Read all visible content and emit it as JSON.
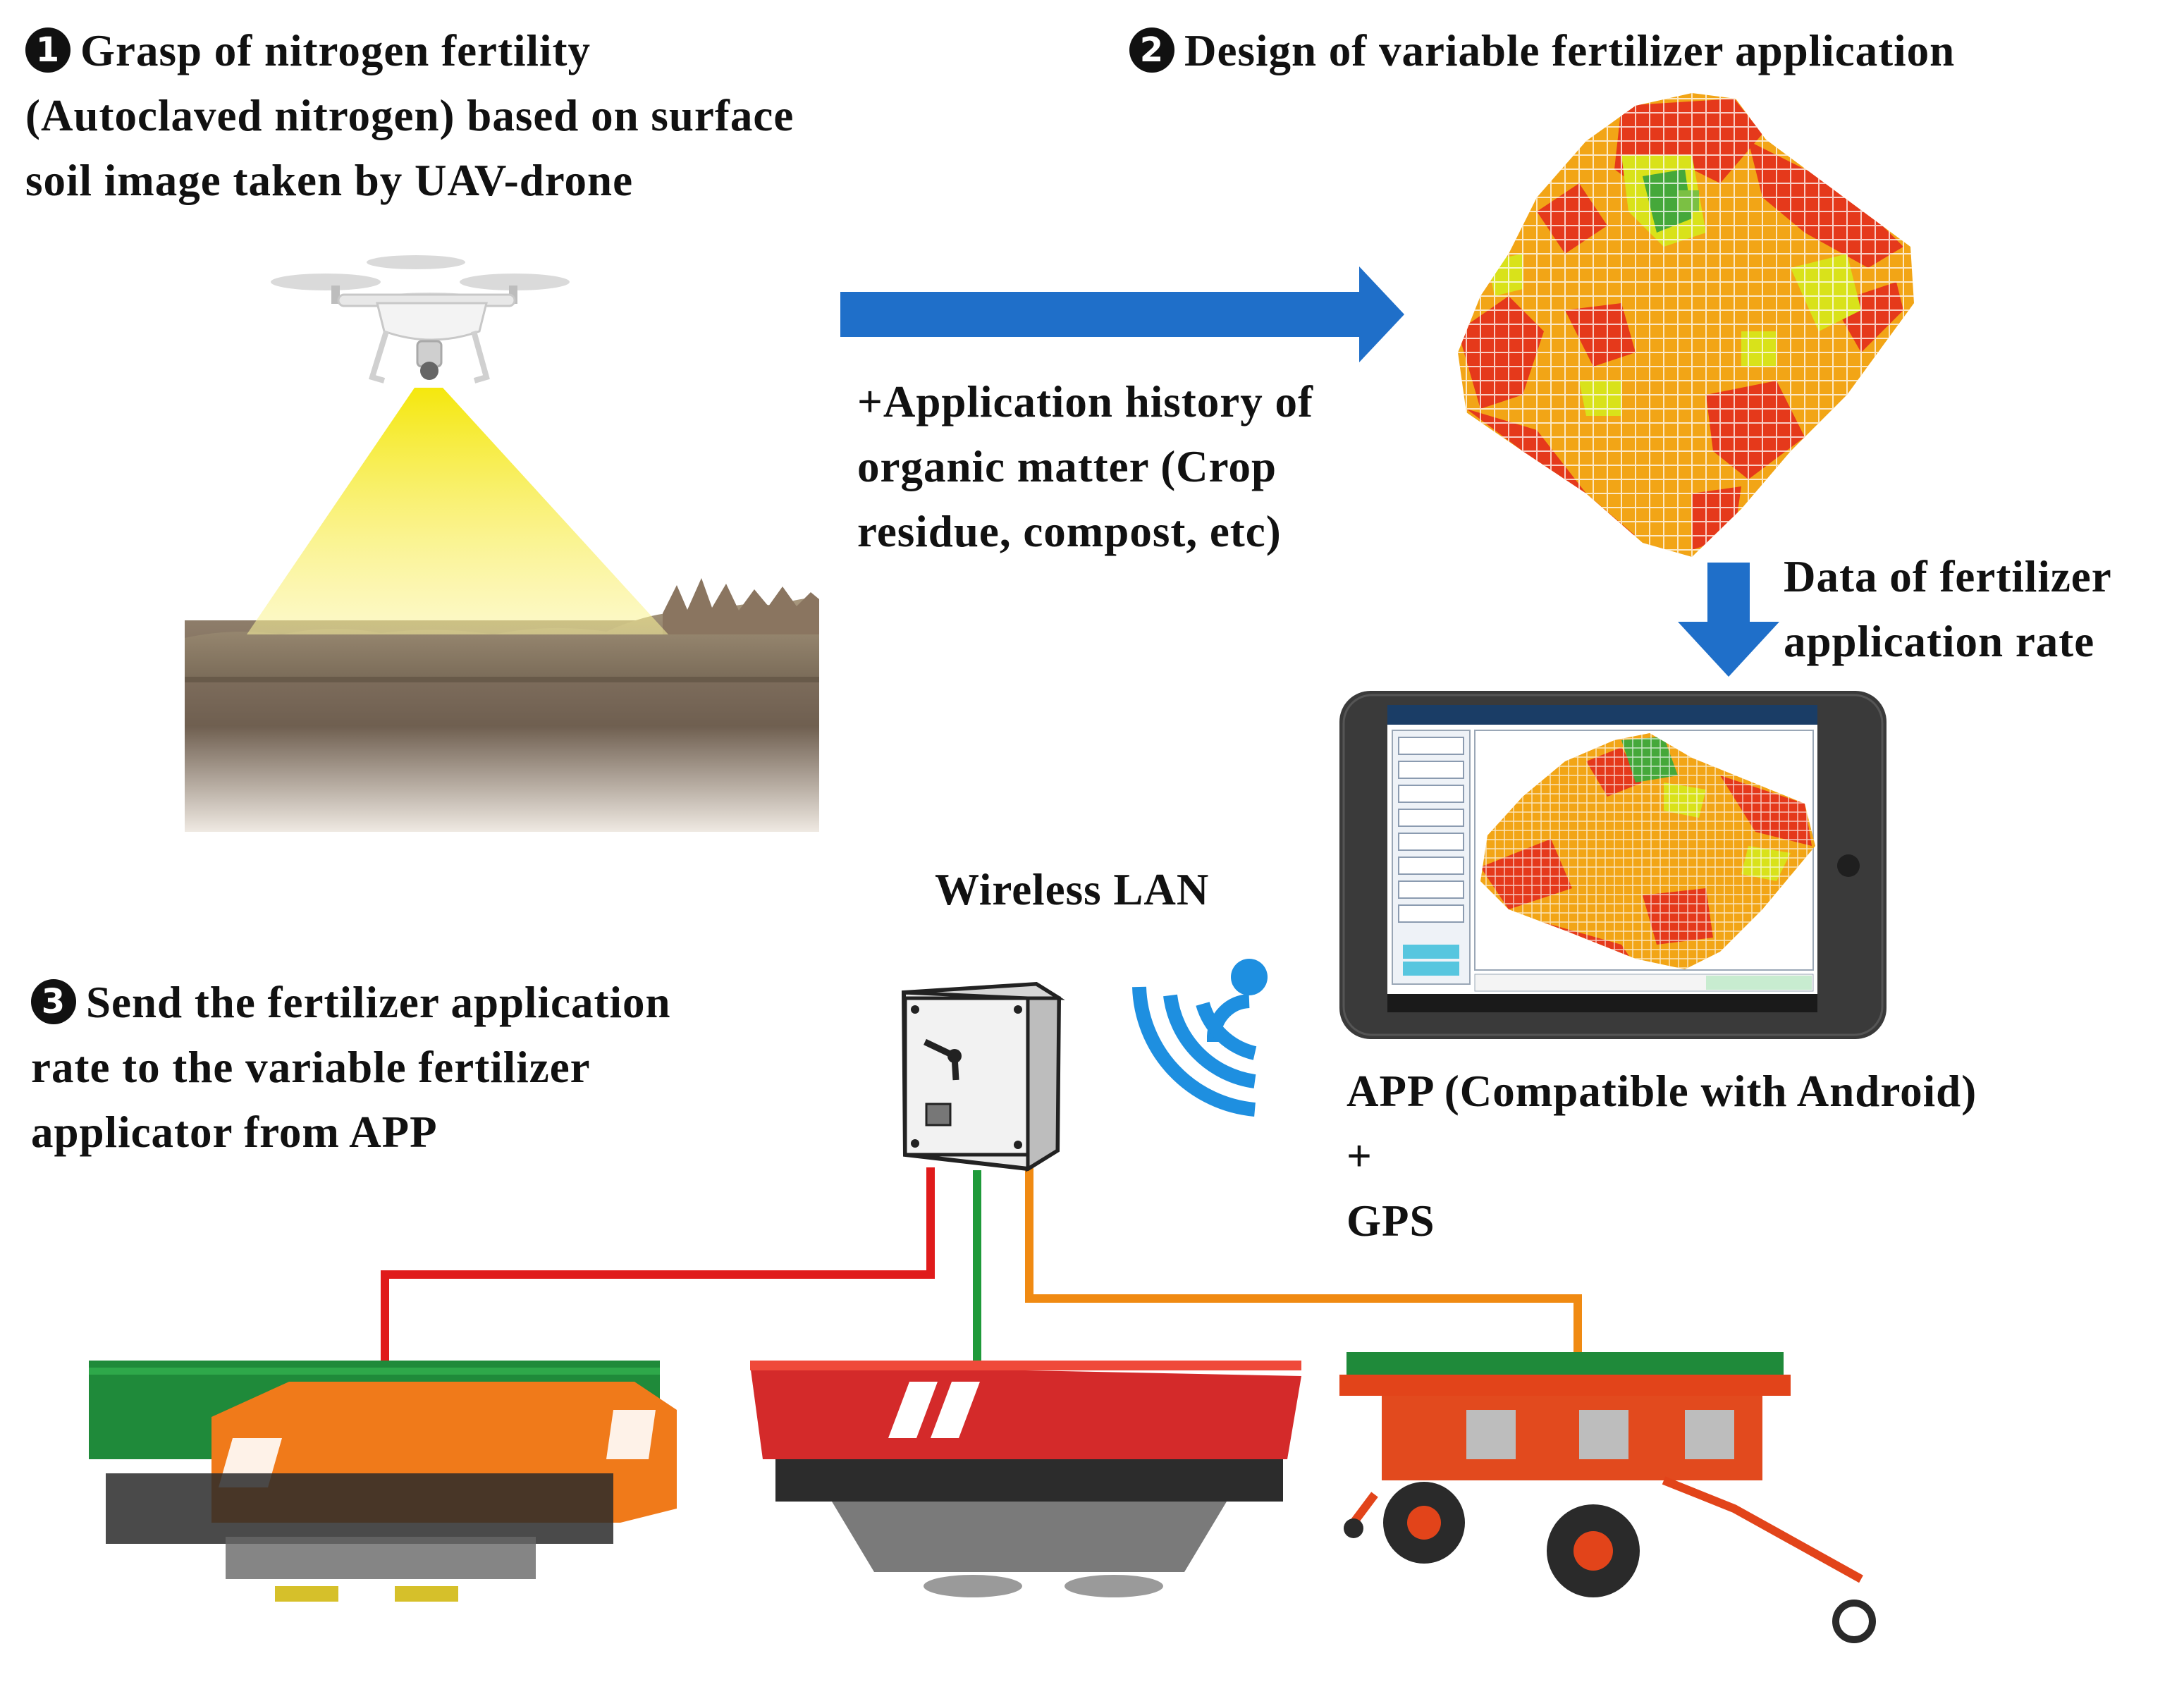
{
  "step1": {
    "number": "1",
    "lines": [
      "Grasp of nitrogen fertility",
      "(Autoclaved nitrogen) based on surface",
      "soil image taken by UAV-drone"
    ]
  },
  "step2": {
    "number": "2",
    "title": "Design of variable fertilizer application"
  },
  "step3": {
    "number": "3",
    "lines": [
      "Send the fertilizer application",
      "rate to the variable fertilizer",
      "applicator from APP"
    ]
  },
  "organic_matter_note": [
    "+Application history of",
    "organic matter (Crop",
    "residue, compost, etc)"
  ],
  "data_label": [
    "Data of fertilizer",
    "application rate"
  ],
  "wireless_label": "Wireless LAN",
  "app_label": [
    "APP (Compatible with Android)",
    "+",
    "GPS"
  ],
  "colors": {
    "arrow_blue": "#1f6fc9",
    "wifi_blue": "#1e8fe0",
    "cable_red": "#e01b1b",
    "cable_green": "#1f9a3a",
    "cable_orange": "#f08a12",
    "map_red": "#e5391b",
    "map_orange": "#f2a516",
    "map_yellow": "#d9e21a",
    "map_green": "#45a83a"
  },
  "icons": [
    "drone-icon",
    "wifi-icon",
    "controller-box-icon",
    "tablet-icon",
    "spreader-green-icon",
    "spreader-red-icon",
    "applicator-orange-icon"
  ]
}
